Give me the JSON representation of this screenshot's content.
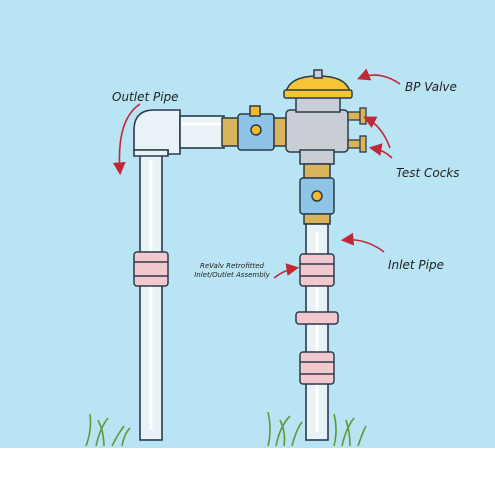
{
  "labels": {
    "outlet_pipe": "Outlet Pipe",
    "bp_valve": "BP Valve",
    "test_cocks": "Test Cocks",
    "inlet_pipe": "Inlet Pipe",
    "revalv_line1": "ReValv Retrofitted",
    "revalv_line2": "Inlet/Outlet Assembly"
  },
  "colors": {
    "background": "#b9e4f4",
    "pipe": "#e9f2f7",
    "pipe_outline": "#2a3b4c",
    "union": "#f3c8cf",
    "valve_cap": "#f5c437",
    "valve_body": "#c8ced3",
    "ball_valve_handle": "#f1b92c",
    "ball_valve_body": "#8ec4e8",
    "brass": "#d9b45a",
    "arrow": "#c22737",
    "grass": "#5c9a3a"
  }
}
